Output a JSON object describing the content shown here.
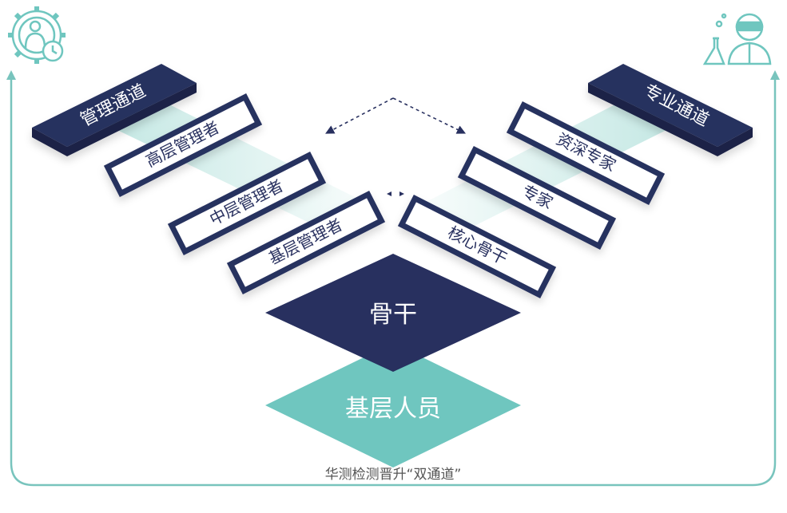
{
  "colors": {
    "navy": "#28305f",
    "teal": "#6fc6bf",
    "teal_light": "#dff1ef",
    "outline": "#78c4bd",
    "caption": "#555555",
    "white": "#ffffff"
  },
  "icons": {
    "left": "gear-person-clock-icon",
    "right": "scientist-flask-icon"
  },
  "management": {
    "channel_label": "管理通道",
    "levels": [
      "高层管理者",
      "中层管理者",
      "基层管理者"
    ]
  },
  "professional": {
    "channel_label": "专业通道",
    "levels": [
      "资深专家",
      "专家",
      "核心骨干"
    ]
  },
  "center": {
    "top_label": "骨干",
    "bottom_label": "基层人员"
  },
  "caption": "华测检测晋升“双通道”"
}
